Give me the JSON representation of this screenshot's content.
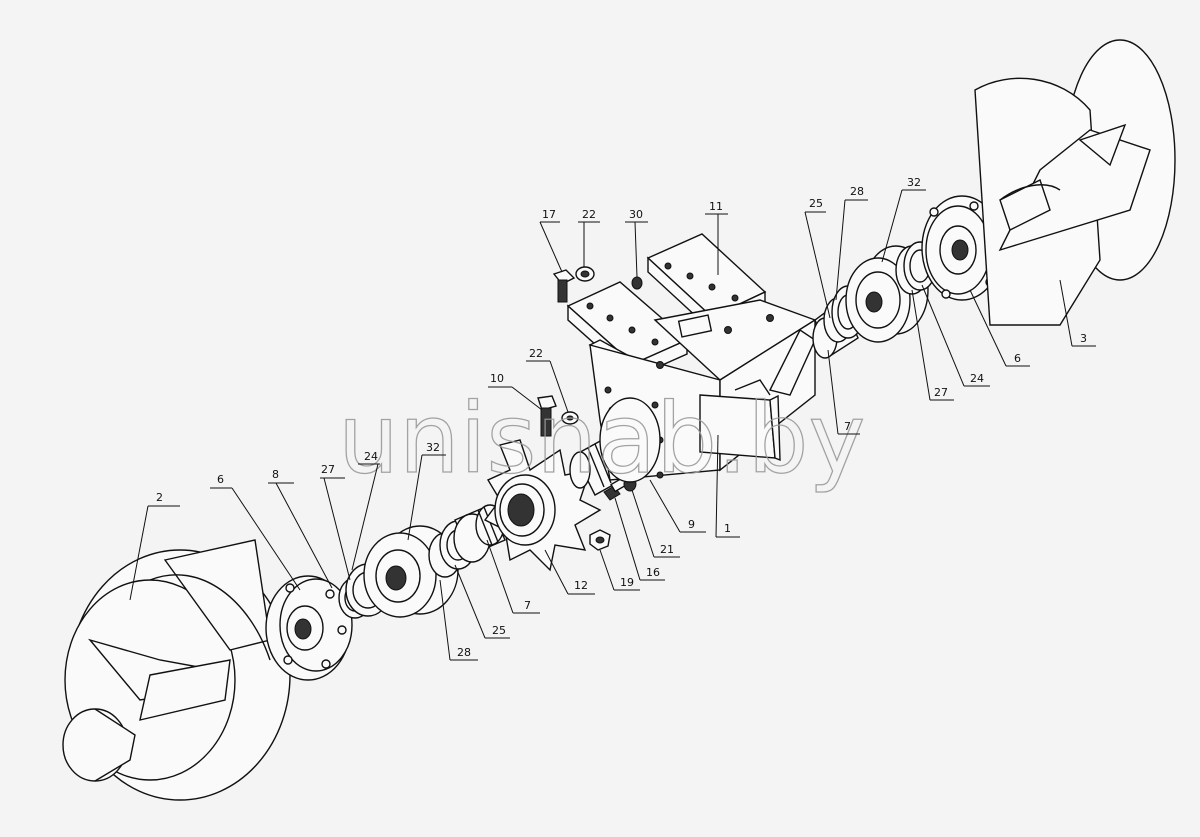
{
  "watermark": "unisnab.by",
  "callouts": {
    "c1": "1",
    "c2": "2",
    "c3": "3",
    "c6a": "6",
    "c6b": "6",
    "c7a": "7",
    "c7b": "7",
    "c8": "8",
    "c9": "9",
    "c10": "10",
    "c11": "11",
    "c12": "12",
    "c16": "16",
    "c17": "17",
    "c19": "19",
    "c21": "21",
    "c22a": "22",
    "c22b": "22",
    "c24a": "24",
    "c24b": "24",
    "c25a": "25",
    "c25b": "25",
    "c27a": "27",
    "c27b": "27",
    "c28a": "28",
    "c28b": "28",
    "c30": "30",
    "c32a": "32",
    "c32b": "32"
  }
}
